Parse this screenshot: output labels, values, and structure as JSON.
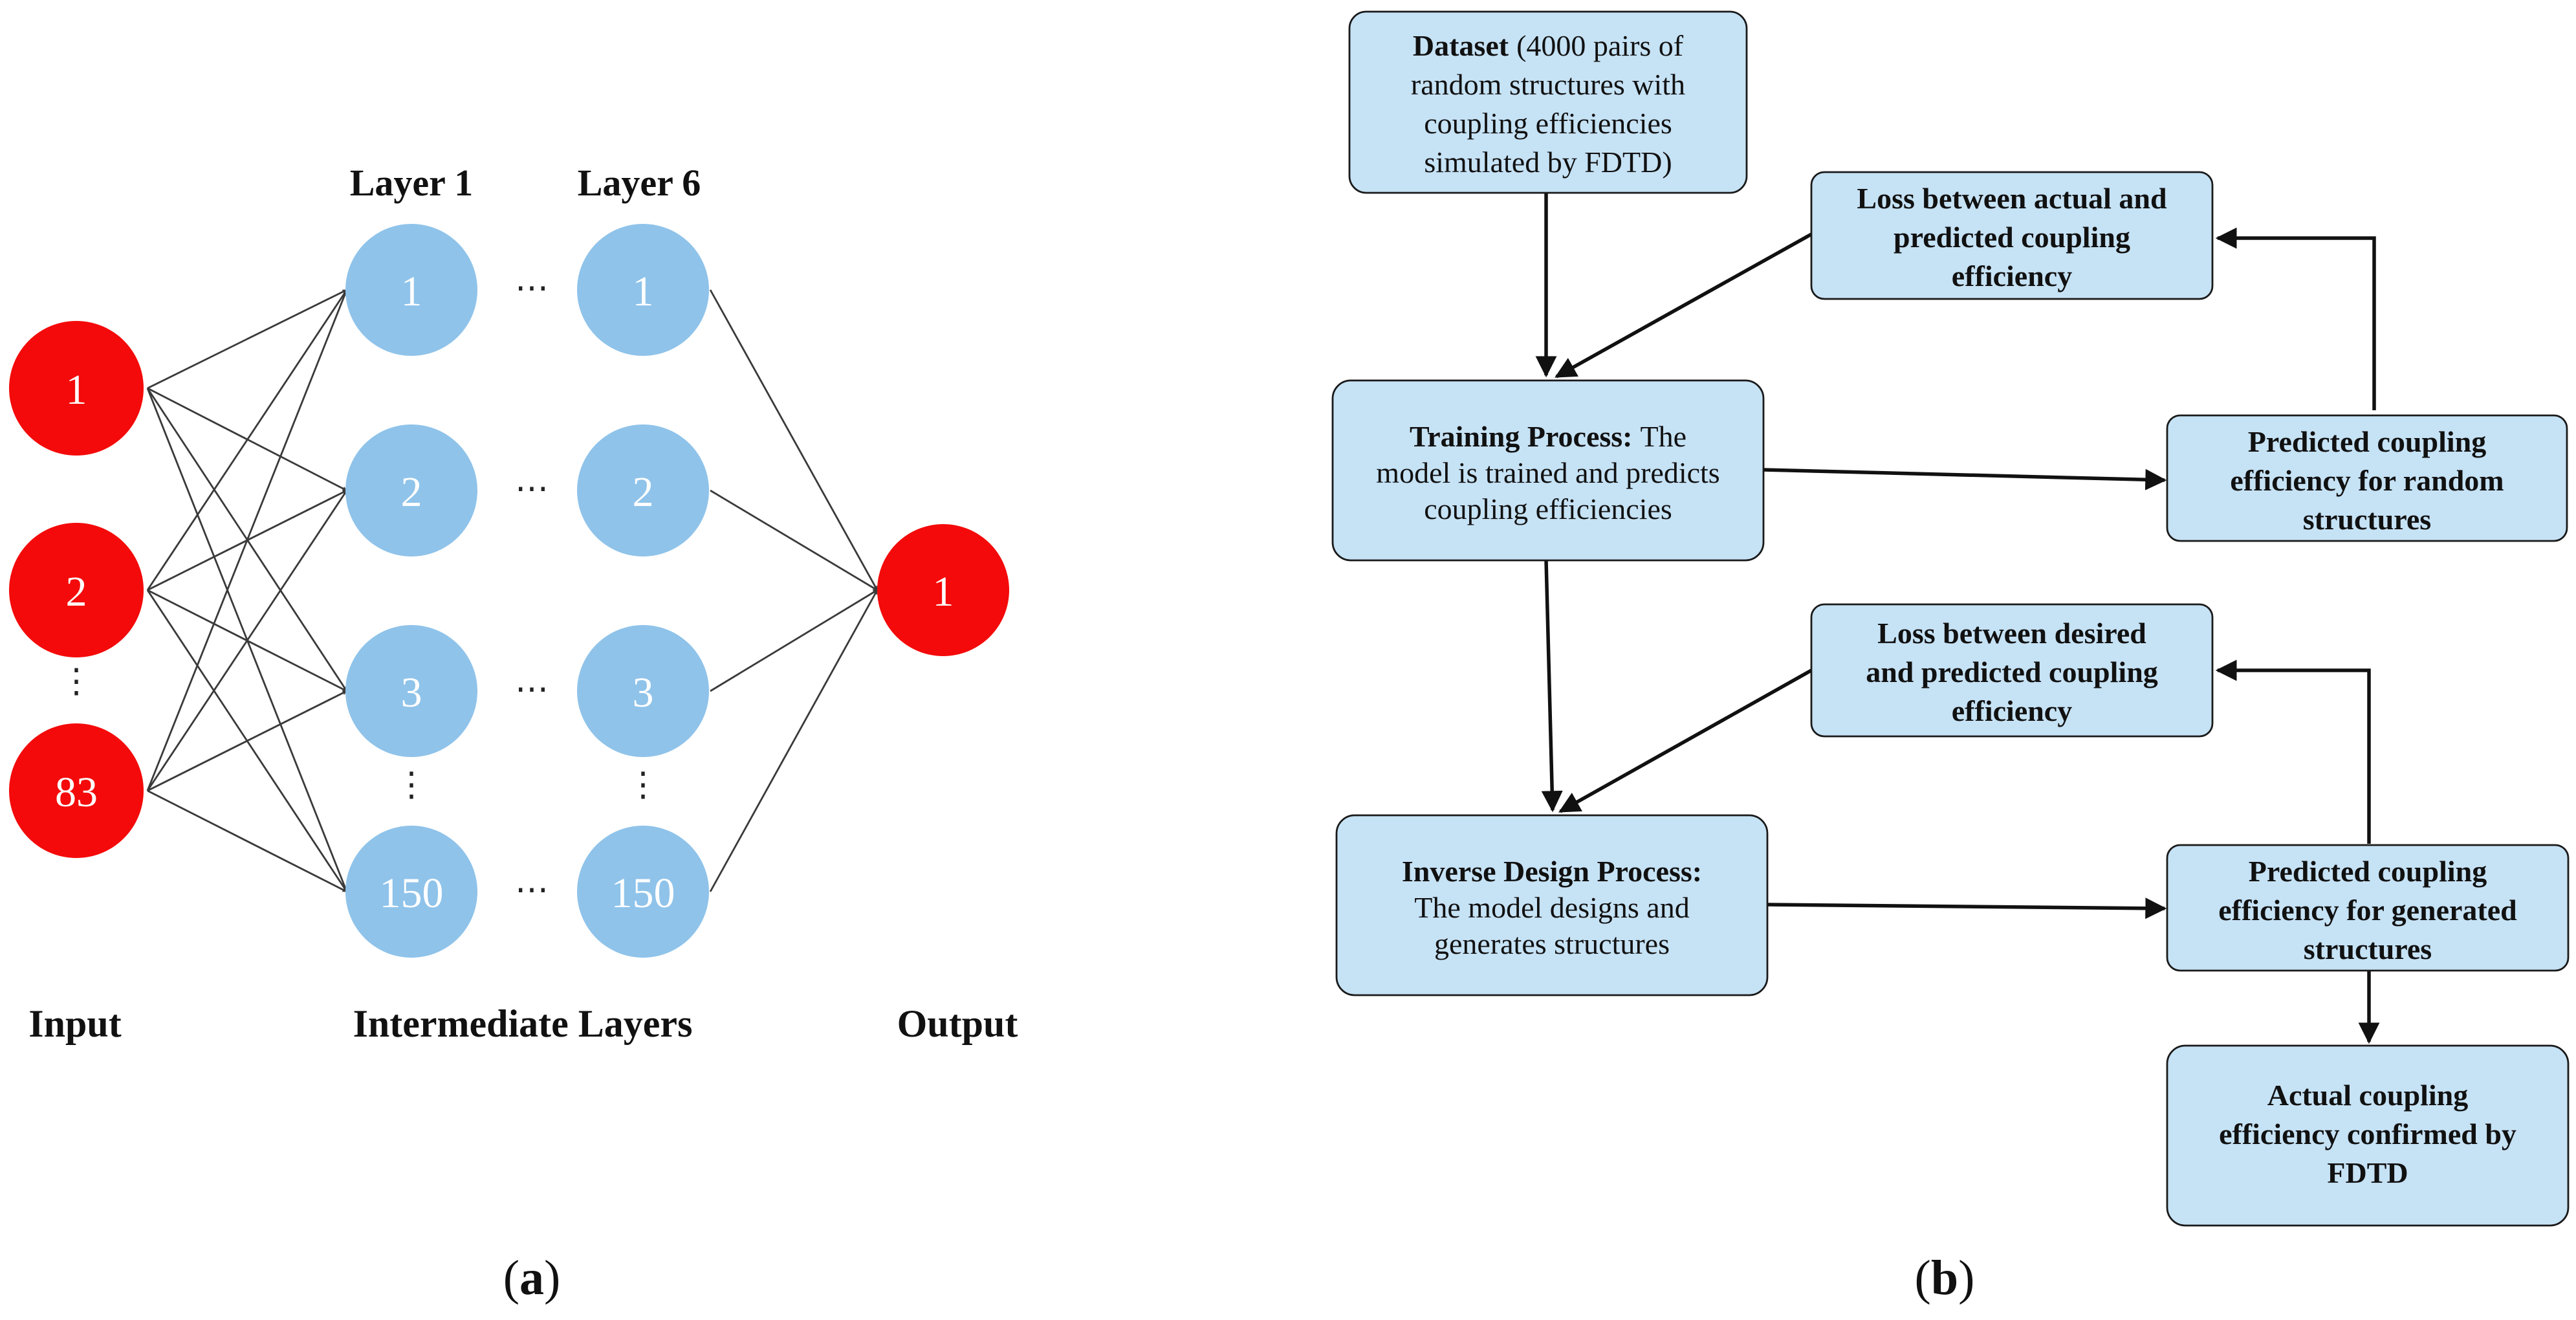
{
  "colors": {
    "input_output_node": "#f40a0a",
    "hidden_node": "#8fc3ea",
    "box_fill": "#c6e2f5"
  },
  "panel_a": {
    "layer_headers": [
      "Layer 1",
      "Layer 6"
    ],
    "input_nodes": [
      "1",
      "2",
      "83"
    ],
    "hidden_nodes": [
      "1",
      "2",
      "3",
      "150"
    ],
    "output_nodes": [
      "1"
    ],
    "bottom_labels": {
      "input": "Input",
      "intermediate": "Intermediate Layers",
      "output": "Output"
    },
    "panel_label_parts": [
      "(",
      "a",
      ")"
    ]
  },
  "panel_b": {
    "boxes": {
      "dataset": {
        "bold": "Dataset",
        "lines": [
          "(4000 pairs of",
          "random structures with",
          "coupling efficiencies",
          "simulated by FDTD)"
        ]
      },
      "loss_actual": {
        "bold_lines": [
          "Loss between actual and",
          "predicted coupling",
          "efficiency"
        ]
      },
      "training": {
        "bold": "Training Process:",
        "lines": [
          "The",
          "model is trained and predicts",
          "coupling efficiencies"
        ]
      },
      "predicted_random": {
        "bold_lines": [
          "Predicted coupling",
          "efficiency for random",
          "structures"
        ]
      },
      "loss_desired": {
        "bold_lines": [
          "Loss between desired",
          "and predicted coupling",
          "efficiency"
        ]
      },
      "inverse": {
        "bold": "Inverse Design Process:",
        "lines": [
          "The model designs and",
          "generates structures"
        ]
      },
      "predicted_generated": {
        "bold_lines": [
          "Predicted coupling",
          "efficiency for generated",
          "structures"
        ]
      },
      "actual": {
        "bold_lines": [
          "Actual coupling",
          "efficiency confirmed by",
          "FDTD"
        ]
      }
    },
    "panel_label_parts": [
      "(",
      "b",
      ")"
    ]
  }
}
